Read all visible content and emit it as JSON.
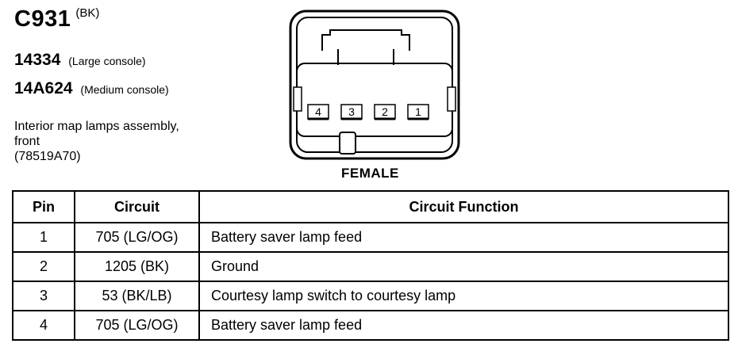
{
  "header": {
    "connector_code": "C931",
    "connector_color": "(BK)",
    "parts": [
      {
        "number": "14334",
        "note": "(Large console)"
      },
      {
        "number": "14A624",
        "note": "(Medium console)"
      }
    ],
    "description_lines": [
      "Interior map lamps assembly,",
      "front",
      "(78519A70)"
    ]
  },
  "connector": {
    "pin_labels": [
      "4",
      "3",
      "2",
      "1"
    ],
    "gender": "FEMALE"
  },
  "table": {
    "headers": [
      "Pin",
      "Circuit",
      "Circuit Function"
    ],
    "rows": [
      {
        "pin": "1",
        "circuit": "705 (LG/OG)",
        "function": "Battery saver lamp feed"
      },
      {
        "pin": "2",
        "circuit": "1205 (BK)",
        "function": "Ground"
      },
      {
        "pin": "3",
        "circuit": "53 (BK/LB)",
        "function": "Courtesy lamp switch to courtesy lamp"
      },
      {
        "pin": "4",
        "circuit": "705 (LG/OG)",
        "function": "Battery saver lamp feed"
      }
    ]
  }
}
